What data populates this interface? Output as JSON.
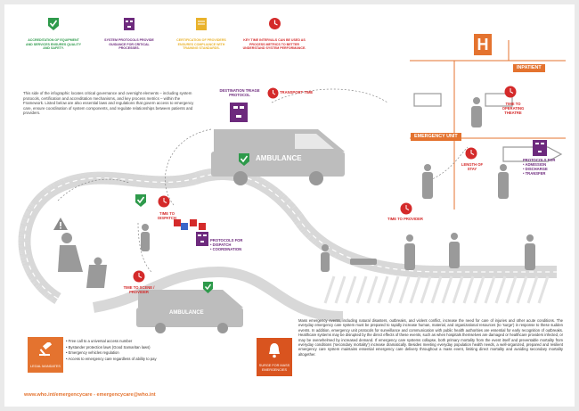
{
  "legend": [
    {
      "icon": "check-icon",
      "color": "#2e9a4b",
      "text": "Accreditation of equipment and services ensures quality and safety."
    },
    {
      "icon": "protocol-icon",
      "color": "#6d2a7d",
      "text": "System protocols provide guidance for critical processes."
    },
    {
      "icon": "certificate-icon",
      "color": "#e9b22b",
      "text": "Certification of providers ensures compliance with training standards."
    },
    {
      "icon": "clock-icon",
      "color": "#d42a2a",
      "text": "Key time intervals can be used as process metrics to better understand system performance."
    }
  ],
  "intro": "This side of the infographic locates critical governance and oversight elements – including system protocols, certification and accreditation mechanisms, and key process metrics – within the Framework. Listed below are also essential laws and regulations that govern access to emergency care, ensure coordination of system components, and regulate relationships between patients and providers.",
  "hospital_letter": "H",
  "tags": {
    "inpatient": "INPATIENT",
    "emergency_unit": "EMERGENCY UNIT"
  },
  "labels": {
    "destination_triage": "Destination triage protocol",
    "transport_time": "Transport time",
    "ambulance_top": "AMBULANCE",
    "time_to_operating": "Time to operating theatre",
    "length_of_stay": "Length of stay",
    "protocols_admission": "Protocols for",
    "protocols_admission_items": "• Admission\n• Discharge\n• Transfer",
    "time_to_provider": "Time to provider",
    "time_to_dispatch": "Time to dispatch",
    "protocols_dispatch": "Protocols for",
    "protocols_dispatch_items": "• Dispatch\n• Coordination",
    "time_to_scene": "Time to scene / provider",
    "ambulance_bottom": "AMBULANCE"
  },
  "legal_mandates": {
    "title": "Legal mandates",
    "items": [
      "Free call to a universal access number",
      "Bystander protection laws (Good Samaritan laws)",
      "Emergency vehicles regulation",
      "Access to emergency care regardless of ability to pay"
    ]
  },
  "surge": {
    "title": "Surge for mass emergencies",
    "text": "Mass emergency events, including natural disasters, outbreaks, and violent conflict, increase the need for care of injuries and other acute conditions. The everyday emergency care system must be prepared to rapidly increase human, material, and organizational resources (to 'surge') in response to these sudden events. In addition, emergency unit protocols for surveillance and communication with public health authorities are essential for early recognition of outbreaks. Healthcare systems may be disrupted by the direct effects of these events, such as when hospitals themselves are damaged or healthcare providers infected, or may be overwhelmed by increased demand. If emergency care systems collapse, both primary mortality from the event itself and preventable mortality from everyday conditions ('secondary mortality') increase dramatically. Besides meeting everyday population health needs, a well-organized, prepared and resilient emergency care system maintains essential emergency care delivery throughout a mass event, limiting direct mortality and avoiding secondary mortality altogether."
  },
  "footer": "www.who.int/emergencycare - emergencycare@who.int",
  "colors": {
    "orange": "#e4732f",
    "red": "#d42a2a",
    "purple": "#6d2a7d",
    "green": "#2e9a4b",
    "gray": "#b9b9b9"
  }
}
